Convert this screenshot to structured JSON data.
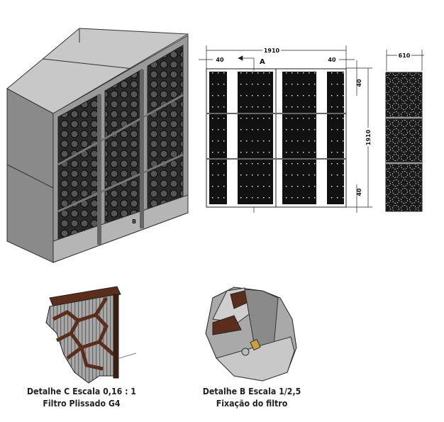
{
  "views": {
    "isometric": {
      "section_marker": "B"
    },
    "front": {
      "width_dim": "1910",
      "left_margin_dim": "40",
      "right_margin_dim": "40",
      "height_dim": "1910",
      "top_margin_dim": "40",
      "bottom_margin_dim": "40",
      "section_label": "A"
    },
    "side": {
      "depth_dim": "610"
    }
  },
  "details": [
    {
      "title": "Detalhe C Escala 0,16 : 1",
      "subtitle": "Filtro Plissado G4"
    },
    {
      "title": "Detalhe B Escala 1/2,5",
      "subtitle": "Fixação do filtro"
    }
  ],
  "colors": {
    "frame_gray": "#8a8a8a",
    "filter_dark": "#1a1a1a",
    "filter_brown": "#5a2e1a",
    "pleat_gray": "#9a9a9a"
  }
}
